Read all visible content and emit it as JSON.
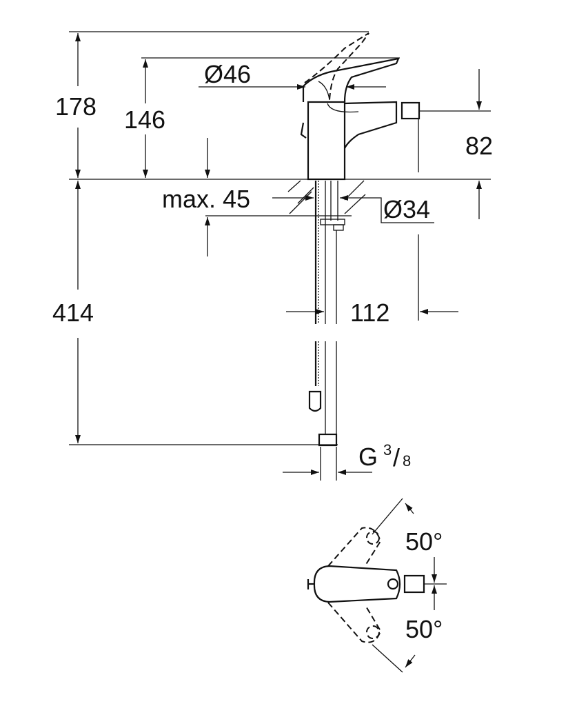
{
  "title": "Bidet mixer dimension drawing",
  "dimensions": {
    "total_height": "178",
    "lever_height": "146",
    "lever_diameter": "Ø46",
    "spout_height": "82",
    "max_deck_thickness": "max. 45",
    "hole_diameter": "Ø34",
    "spout_reach": "112",
    "hose_length": "414",
    "connection_G": "G",
    "connection_num": "3",
    "connection_den": "8",
    "swivel_angle_top": "50°",
    "swivel_angle_bottom": "50°"
  }
}
